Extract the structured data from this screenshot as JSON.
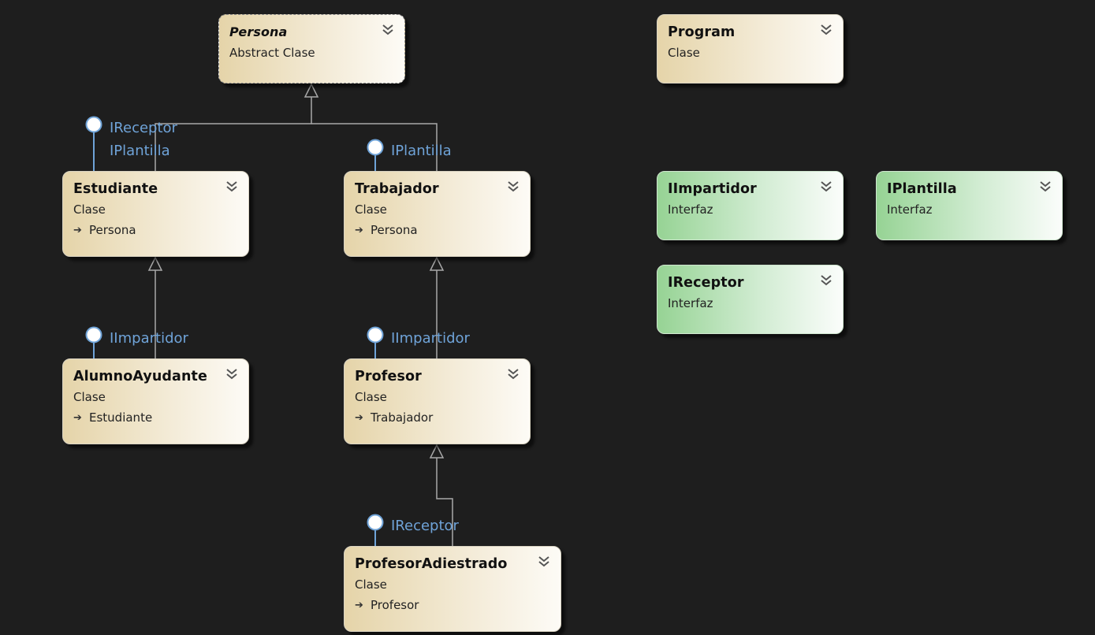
{
  "diagram": {
    "classes": [
      {
        "id": "persona",
        "name": "Persona",
        "kind": "Abstract Clase",
        "base": ""
      },
      {
        "id": "program",
        "name": "Program",
        "kind": "Clase",
        "base": ""
      },
      {
        "id": "estudiante",
        "name": "Estudiante",
        "kind": "Clase",
        "base": "Persona"
      },
      {
        "id": "trabajador",
        "name": "Trabajador",
        "kind": "Clase",
        "base": "Persona"
      },
      {
        "id": "alumnoayudante",
        "name": "AlumnoAyudante",
        "kind": "Clase",
        "base": "Estudiante"
      },
      {
        "id": "profesor",
        "name": "Profesor",
        "kind": "Clase",
        "base": "Trabajador"
      },
      {
        "id": "profesoradiestrado",
        "name": "ProfesorAdiestrado",
        "kind": "Clase",
        "base": "Profesor"
      },
      {
        "id": "iimpartidor",
        "name": "IImpartidor",
        "kind": "Interfaz",
        "base": ""
      },
      {
        "id": "iplantilla",
        "name": "IPlantilla",
        "kind": "Interfaz",
        "base": ""
      },
      {
        "id": "ireceptor",
        "name": "IReceptor",
        "kind": "Interfaz",
        "base": ""
      }
    ],
    "lollipops": {
      "estudiante": [
        "IReceptor",
        "IPlantilla"
      ],
      "trabajador": [
        "IPlantilla"
      ],
      "alumnoayudante": [
        "IImpartidor"
      ],
      "profesor": [
        "IImpartidor"
      ],
      "profesoradiestrado": [
        "IReceptor"
      ]
    },
    "colors": {
      "background": "#1e1e1e",
      "connector": "#a8a8a8",
      "lollipop": "#6fa3d8",
      "class_fill": "#e5d4a9",
      "interface_fill": "#96d394"
    }
  }
}
